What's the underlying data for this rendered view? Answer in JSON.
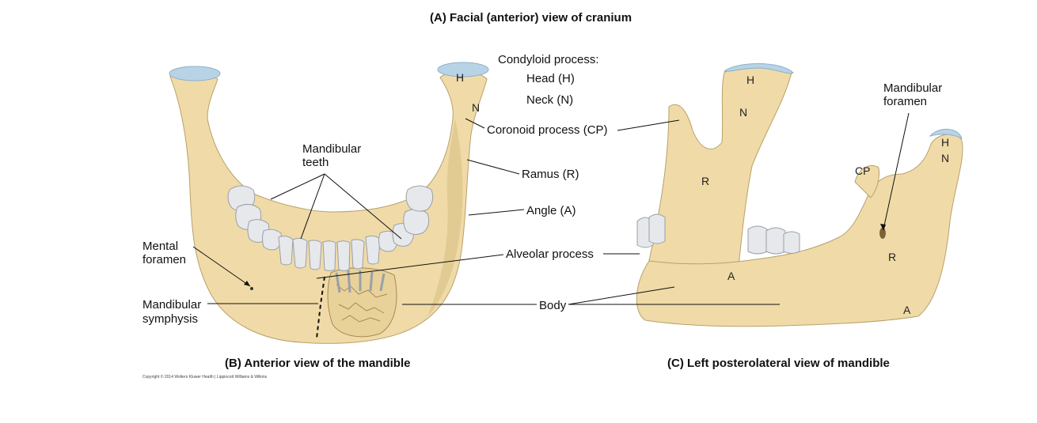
{
  "captions": {
    "a": "(A) Facial (anterior) view of cranium",
    "b": "(B) Anterior view of the mandible",
    "c": "(C) Left posterolateral view of mandible"
  },
  "labels": {
    "condyloid_process": "Condyloid process:",
    "head": "Head (H)",
    "neck": "Neck (N)",
    "coronoid_process": "Coronoid process (CP)",
    "ramus": "Ramus (R)",
    "angle": "Angle (A)",
    "alveolar_process": "Alveolar process",
    "body": "Body",
    "mandibular_teeth_line1": "Mandibular",
    "mandibular_teeth_line2": "teeth",
    "mental_foramen_line1": "Mental",
    "mental_foramen_line2": "foramen",
    "mandibular_symphysis_line1": "Mandibular",
    "mandibular_symphysis_line2": "symphysis",
    "mandibular_foramen_line1": "Mandibular",
    "mandibular_foramen_line2": "foramen"
  },
  "letters": {
    "h": "H",
    "n": "N",
    "r": "R",
    "a": "A",
    "cp": "CP"
  },
  "copyright": "Copyright © 2014 Wolters Kluwer Health | Lippincott Williams & Wilkins",
  "colors": {
    "bone": "#f0dba8",
    "bone_shadow": "#d8bf85",
    "cartilage": "#b9d3e6",
    "teeth": "#e6e8ec",
    "spongy_bone": "#e8d29a"
  }
}
